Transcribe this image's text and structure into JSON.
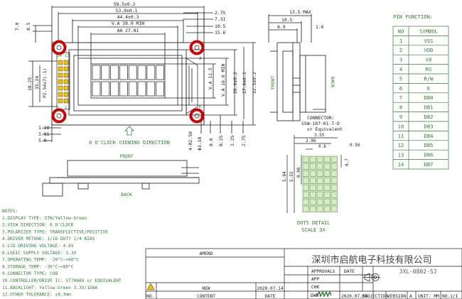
{
  "dims": {
    "top": [
      "58.5±0.2",
      "53.0±0.1",
      "44.4±0.3",
      "V.A 38.0 MIN",
      "AA 27.81"
    ],
    "right_top": [
      "2.75",
      "7.31",
      "10.5",
      "15.6"
    ],
    "left_top": [
      "7.0",
      "8.5"
    ],
    "right_v": [
      "V.A 11.5",
      "V.A 16.0 MIN",
      "26.0±0.2",
      "27.0±0.1",
      "32.5±0.2"
    ],
    "left_v": [
      "18.25",
      "15.24",
      "P2.54x7(-1)"
    ],
    "pins_lbl": [
      "14",
      "13",
      "1",
      "2"
    ],
    "ak": [
      "A",
      "K"
    ],
    "left_bottom": [
      "1.28",
      "3.81",
      "5.0"
    ],
    "bottom": [
      "4-R2.50",
      "Φ3.18",
      "8.0",
      "8.25",
      "3.25",
      "2.75"
    ],
    "viewing": "6 O'CLOCK VIEWING DIRECTION",
    "front_lbl": "FRONT",
    "back_lbl": "BACK",
    "side": {
      "dims": [
        "13.5 MAX",
        "10.5",
        "8.9",
        "1.6"
      ],
      "front": "FRONT",
      "back": "BACK",
      "connector": [
        "CONNECTOR:",
        "SSW-107-01-T-D",
        "or Equivalent"
      ]
    },
    "dots": {
      "dims": [
        "3.55",
        "2.96",
        "0.6",
        "0.56",
        "5.94",
        "5.55",
        "0.66",
        "0.7"
      ],
      "title": [
        "DOTS DETAIL",
        "SCALE 3X"
      ]
    }
  },
  "pin_function": {
    "title": "PIN FUNCTION:",
    "headers": [
      "NO",
      "SYMBOL"
    ],
    "rows": [
      [
        "1",
        "VSS"
      ],
      [
        "2",
        "VDD"
      ],
      [
        "3",
        "V0"
      ],
      [
        "4",
        "RS"
      ],
      [
        "5",
        "R/W"
      ],
      [
        "6",
        "E"
      ],
      [
        "7",
        "DB0"
      ],
      [
        "8",
        "DB1"
      ],
      [
        "9",
        "DB2"
      ],
      [
        "10",
        "DB3"
      ],
      [
        "11",
        "DB4"
      ],
      [
        "12",
        "DB5"
      ],
      [
        "13",
        "DB6"
      ],
      [
        "14",
        "DB7"
      ]
    ]
  },
  "notes": [
    "NOTES:",
    "1.DISPLAY TYPE: STN/Yellow-Green",
    "2.VIEW DIRECTION: 6 O'CLOCK",
    "3.POLARIZER TYPE: TRANSFLECTIVE/POSITIVE",
    "4.DRIVER METHOD: 1/16 DUTY 1/4 BIAS",
    "5.LCD DRIVING VOLTAGE: 4.6V",
    "6.LOGIC SUPPLY VOLTAGE: 3.3V",
    "7.OPERATING TEMP: -20°C~+60°C",
    "8.STORAGE TEMP: -30°C~+80°C",
    "9.CONNECTOR TYPE: COB",
    "10.CONTROLLER/DRIVE IC: ST7066U or EQUIVALENT",
    "11.BACKLIGHT: Yellow-Green 3.3V/15mA",
    "12.OTHER TOLERANCE: ±0.3mm"
  ],
  "title_block": {
    "amend": "AMEND",
    "company": "深圳市启航电子科技有限公司",
    "approvals": "APPROVALS",
    "date": "DATE",
    "app": "APP",
    "chk": "CHK",
    "dwn": "DWN",
    "part": "JXL-0802-SJ",
    "rev_mark": "A",
    "rev_desc": "NEW",
    "rev_date": "2020.07.14",
    "dwn_date": "2020.07.14",
    "no_lbl": "NO.",
    "content_lbl": "CONTENT",
    "date_lbl": "DATE",
    "projection": "PROJECTION",
    "version_lbl": "VERSION",
    "version": "A",
    "unit": "UNIT: MM",
    "sheet": "NO.1/1"
  }
}
